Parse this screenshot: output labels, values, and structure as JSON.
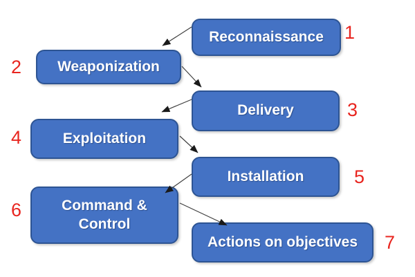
{
  "stages": [
    {
      "number": "1",
      "label": "Reconnaissance"
    },
    {
      "number": "2",
      "label": "Weaponization"
    },
    {
      "number": "3",
      "label": "Delivery"
    },
    {
      "number": "4",
      "label": "Exploitation"
    },
    {
      "number": "5",
      "label": "Installation"
    },
    {
      "number": "6",
      "label": "Command & Control",
      "label_lines": [
        "Command &",
        "Control"
      ]
    },
    {
      "number": "7",
      "label": "Actions on objectives"
    }
  ],
  "connections": [
    {
      "from": "Reconnaissance",
      "to": "Weaponization"
    },
    {
      "from": "Weaponization",
      "to": "Delivery"
    },
    {
      "from": "Delivery",
      "to": "Exploitation"
    },
    {
      "from": "Exploitation",
      "to": "Installation"
    },
    {
      "from": "Installation",
      "to": "Command & Control"
    },
    {
      "from": "Command & Control",
      "to": "Actions on objectives"
    }
  ],
  "colors": {
    "box_fill": "#4472c4",
    "box_border": "#2d5493",
    "box_text": "#ffffff",
    "number_text": "#e8251f",
    "arrow": "#3f3f3f",
    "background": "#ffffff"
  }
}
